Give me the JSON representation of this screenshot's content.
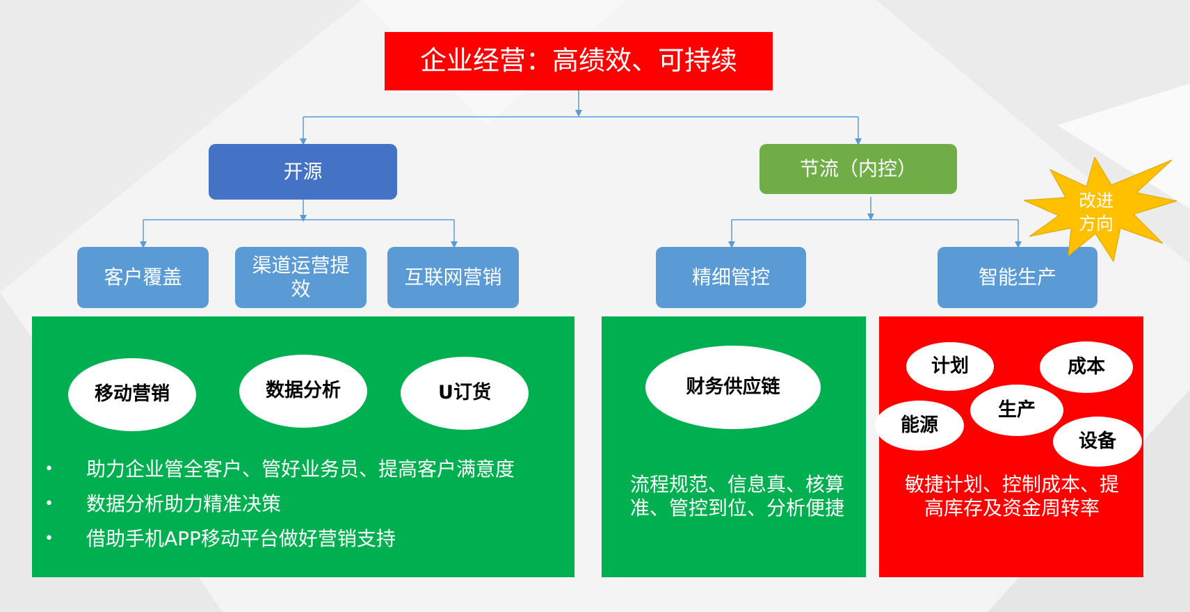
{
  "title": "企业经营：高绩效、可持续",
  "branches": {
    "kaiyuan": {
      "label": "开源",
      "children": [
        "客户覆盖",
        "渠道运营提效",
        "互联网营销"
      ],
      "panel": {
        "ellipses": [
          "移动营销",
          "数据分析",
          "U订货"
        ],
        "bullets": [
          "助力企业管全客户、管好业务员、提高客户满意度",
          "数据分析助力精准决策",
          "借助手机APP移动平台做好营销支持"
        ]
      }
    },
    "jieliu": {
      "label": "节流（内控）",
      "children": [
        "精细管控",
        "智能生产"
      ],
      "panel_mid": {
        "ellipse": "财务供应链",
        "text": "流程规范、信息真、核算准、管控到位、分析便捷"
      },
      "panel_right": {
        "ellipses": [
          "计划",
          "成本",
          "生产",
          "能源",
          "设备"
        ],
        "text": "敏捷计划、控制成本、提高库存及资金周转率"
      }
    }
  },
  "callout": "改进方向",
  "colors": {
    "title_bg": "#ff0000",
    "kaiyuan": "#4472c4",
    "jieliu": "#70ad47",
    "level3": "#5b9bd5",
    "panel_green": "#00b050",
    "panel_red": "#ff0000",
    "callout": "#ffc000"
  }
}
